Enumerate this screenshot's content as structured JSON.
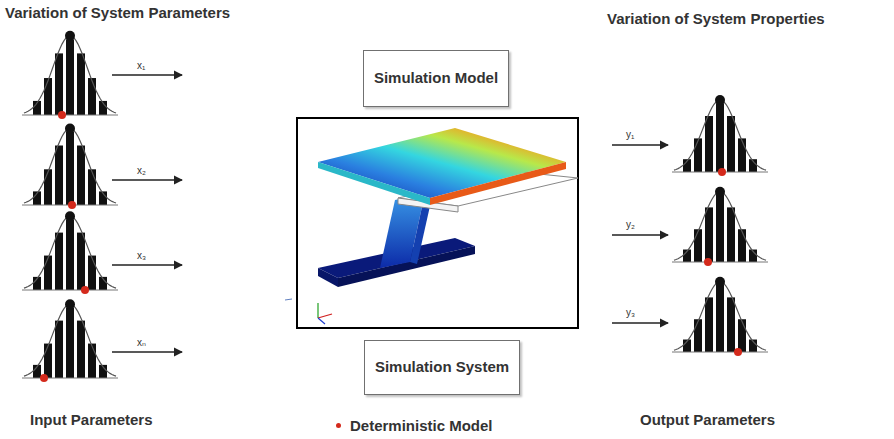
{
  "diagram": {
    "nodes": [
      {
        "text": [
          "Simulation Model"
        ]
      },
      {
        "text": [
          "Simulation System"
        ]
      }
    ],
    "labels": [
      "Variation of System Parameters",
      "Variation of System Properties",
      "x₁",
      "x₂",
      "x₃",
      "xₙ",
      "Input Parameters",
      "y₁",
      "y₂",
      "y₃",
      "Output Parameters"
    ],
    "legend": [
      {
        "text": "Deterministic Model",
        "color": "#d42a1c"
      }
    ]
  }
}
